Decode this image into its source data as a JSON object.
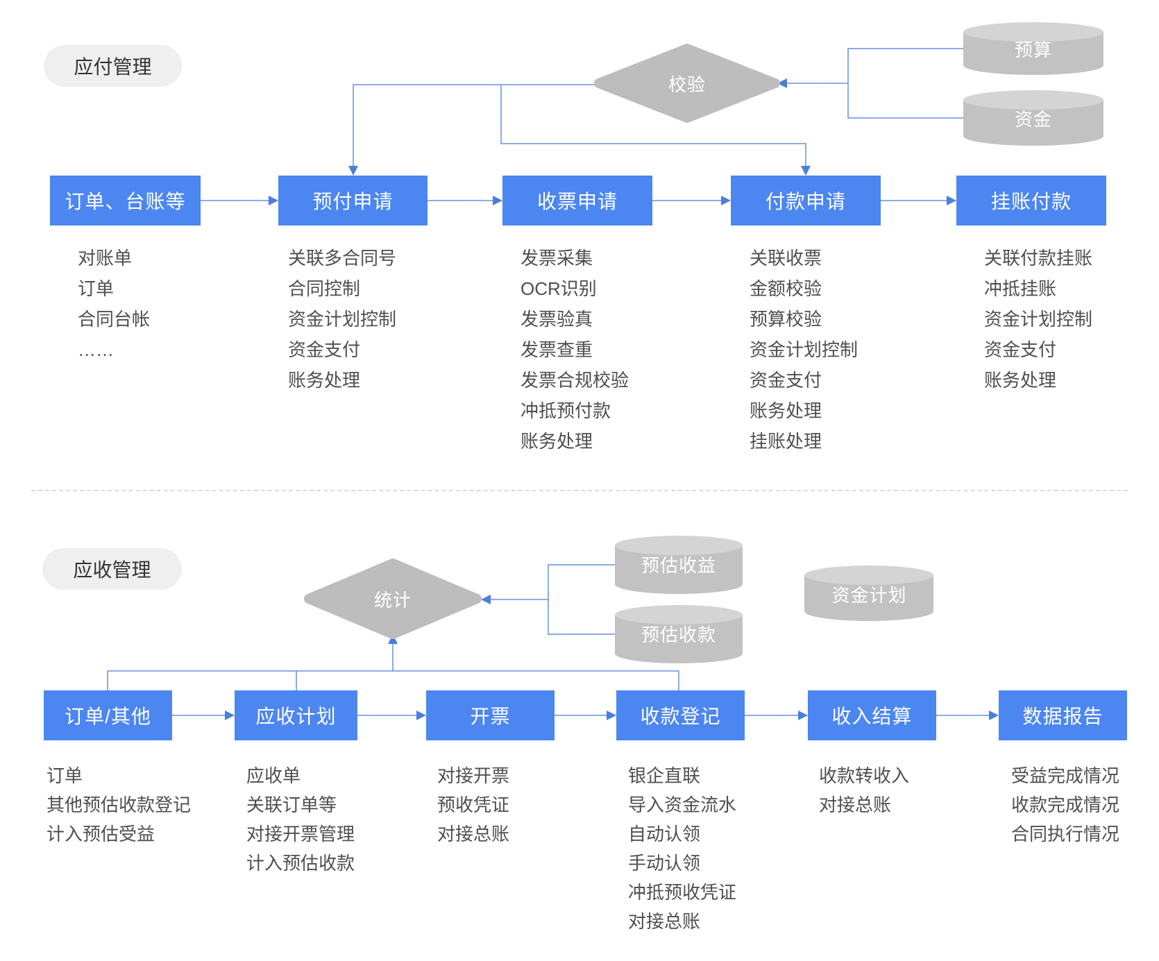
{
  "colors": {
    "node_blue": "#4C86F0",
    "connector_blue": "#6590E0",
    "arrowhead_blue": "#4A7EDC",
    "diamond_gray": "#BDBDBD",
    "cylinder_gray": "#C2C2C2",
    "cylinder_top_gray": "#D4D4D4",
    "pill_gray": "#EFEFEF",
    "text_dark": "#4F4F4F"
  },
  "sections": {
    "payable": {
      "label": "应付管理",
      "diamond": "校验",
      "cylinders": [
        {
          "label": "预算"
        },
        {
          "label": "资金"
        }
      ],
      "boxes": [
        {
          "label": "订单、台账等",
          "items": [
            "对账单",
            "订单",
            "合同台帐",
            "……"
          ]
        },
        {
          "label": "预付申请",
          "items": [
            "关联多合同号",
            "合同控制",
            "资金计划控制",
            "资金支付",
            "账务处理"
          ]
        },
        {
          "label": "收票申请",
          "items": [
            "发票采集",
            "OCR识别",
            "发票验真",
            "发票查重",
            "发票合规校验",
            "冲抵预付款",
            "账务处理"
          ]
        },
        {
          "label": "付款申请",
          "items": [
            "关联收票",
            "金额校验",
            "预算校验",
            "资金计划控制",
            "资金支付",
            "账务处理",
            "挂账处理"
          ]
        },
        {
          "label": "挂账付款",
          "items": [
            "关联付款挂账",
            "冲抵挂账",
            "资金计划控制",
            "资金支付",
            "账务处理"
          ]
        }
      ]
    },
    "receivable": {
      "label": "应收管理",
      "diamond": "统计",
      "cylinders": [
        {
          "label": "预估收益"
        },
        {
          "label": "预估收款"
        },
        {
          "label": "资金计划"
        }
      ],
      "boxes": [
        {
          "label": "订单/其他",
          "items": [
            "订单",
            "其他预估收款登记",
            "计入预估受益"
          ]
        },
        {
          "label": "应收计划",
          "items": [
            "应收单",
            "关联订单等",
            "对接开票管理",
            "计入预估收款"
          ]
        },
        {
          "label": "开票",
          "items": [
            "对接开票",
            "预收凭证",
            "对接总账"
          ]
        },
        {
          "label": "收款登记",
          "items": [
            "银企直联",
            "导入资金流水",
            "自动认领",
            "手动认领",
            "冲抵预收凭证",
            "对接总账"
          ]
        },
        {
          "label": "收入结算",
          "items": [
            "收款转收入",
            "对接总账"
          ]
        },
        {
          "label": "数据报告",
          "items": [
            "受益完成情况",
            "收款完成情况",
            "合同执行情况"
          ]
        }
      ]
    }
  }
}
